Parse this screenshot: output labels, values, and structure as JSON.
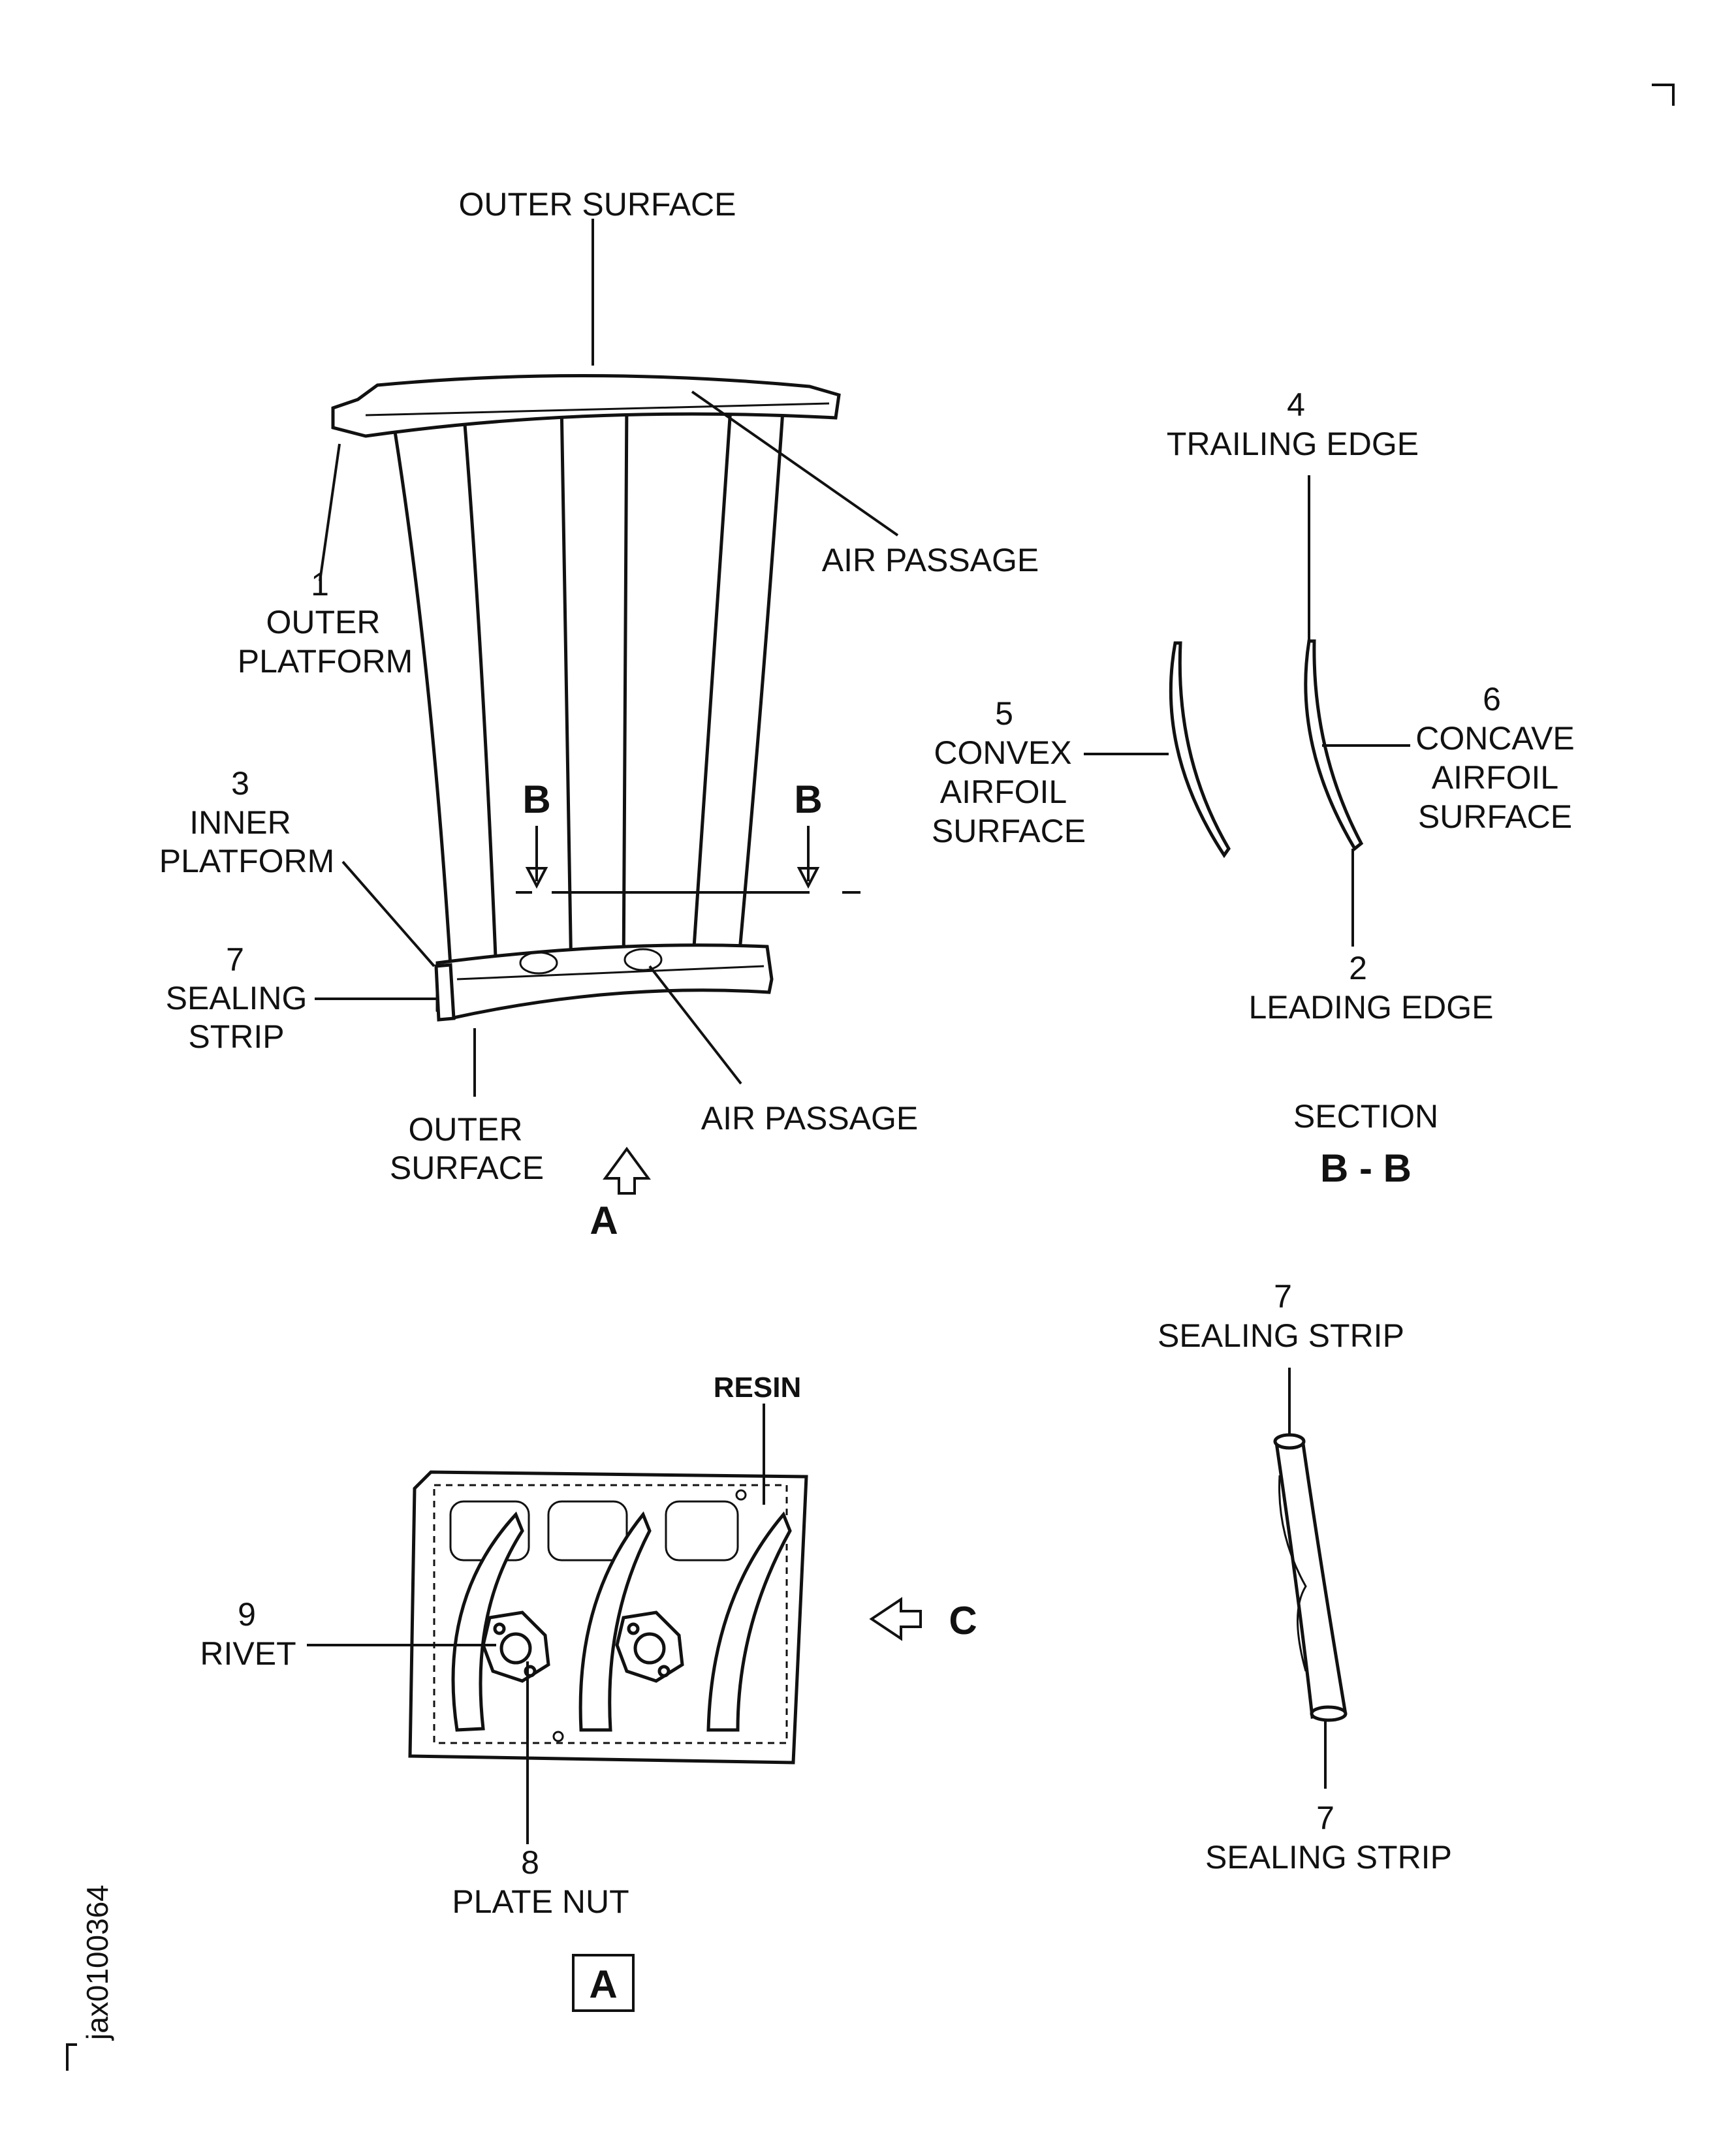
{
  "figure_id": "jax0100364",
  "main_view": {
    "outer_surface_top": "OUTER  SURFACE",
    "air_passage_top": "AIR  PASSAGE",
    "outer_platform": {
      "num": "1",
      "line1": "OUTER",
      "line2": "PLATFORM"
    },
    "inner_platform": {
      "num": "3",
      "line1": "INNER",
      "line2": "PLATFORM"
    },
    "sealing_strip": {
      "num": "7",
      "line1": "SEALING",
      "line2": "STRIP"
    },
    "outer_surface_bottom": {
      "line1": "OUTER",
      "line2": "SURFACE"
    },
    "air_passage_bottom": "AIR  PASSAGE",
    "section_mark_left": "B",
    "section_mark_right": "B",
    "view_arrow": "A"
  },
  "section_view": {
    "trailing_edge": {
      "num": "4",
      "text": "TRAILING  EDGE"
    },
    "convex": {
      "num": "5",
      "line1": "CONVEX",
      "line2": "AIRFOIL",
      "line3": "SURFACE"
    },
    "concave": {
      "num": "6",
      "line1": "CONCAVE",
      "line2": "AIRFOIL",
      "line3": "SURFACE"
    },
    "leading_edge": {
      "num": "2",
      "text": "LEADING  EDGE"
    },
    "section_label": "SECTION",
    "section_name": "B - B"
  },
  "detail_view": {
    "resin": "RESIN",
    "rivet": {
      "num": "9",
      "text": "RIVET"
    },
    "plate_nut": {
      "num": "8",
      "text": "PLATE  NUT"
    },
    "view_arrow": "C",
    "detail_label": "A"
  },
  "strip_view": {
    "top": {
      "num": "7",
      "text": "SEALING  STRIP"
    },
    "bottom": {
      "num": "7",
      "text": "SEALING  STRIP"
    }
  }
}
